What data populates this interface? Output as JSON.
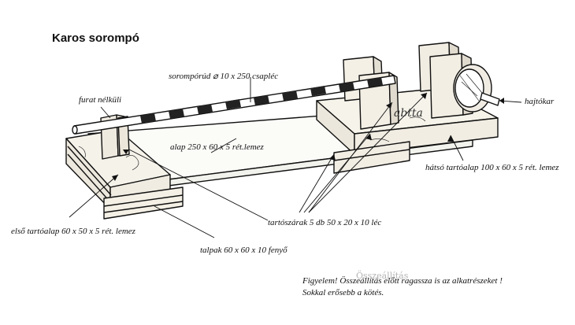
{
  "title": "Karos sorompó",
  "labels": {
    "barrier_pole": "sorompórúd  ⌀ 10 x 250 csapléc",
    "no_hole": "furat nélküli",
    "crank": "hajtókar",
    "base": "alap 250 x 60 x 5 rét.lemez",
    "rear_support": "hátsó tartóalap 100 x 60 x 5 rét. lemez",
    "holders": "tartószárak  5 db  50 x 20 x 10 léc",
    "front_support": "első tartóalap 60 x 50 x 5 rét. lemez",
    "feet": "talpak 60 x 60 x 10 fenyő",
    "signature": "abtta",
    "stamp": "Összeállítás"
  },
  "note": {
    "line1": "Figyelem! Összeállítás előtt ragassza is az alkatrészeket !",
    "line2": "Sokkal erősebb a kötés."
  }
}
